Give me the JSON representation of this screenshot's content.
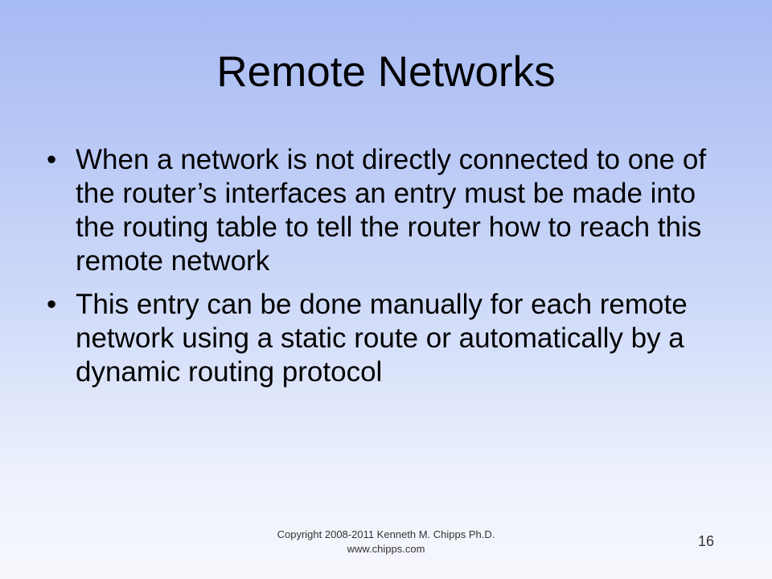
{
  "slide": {
    "title": "Remote Networks",
    "bullets": [
      {
        "marker": "•",
        "text": "When a network is not directly connected to one of the router’s interfaces an entry must be made into the routing table to tell the router how to reach this remote network"
      },
      {
        "marker": "•",
        "text": "This entry can be done manually for each remote network using a static route or automatically by a dynamic routing protocol"
      }
    ],
    "footer": {
      "copyright": "Copyright 2008-2011 Kenneth M. Chipps Ph.D.",
      "website": "www.chipps.com",
      "page_number": "16"
    }
  },
  "theme": {
    "background_top": "#a6baf3",
    "background_bottom": "#f7f8fd",
    "text": "#000000"
  }
}
